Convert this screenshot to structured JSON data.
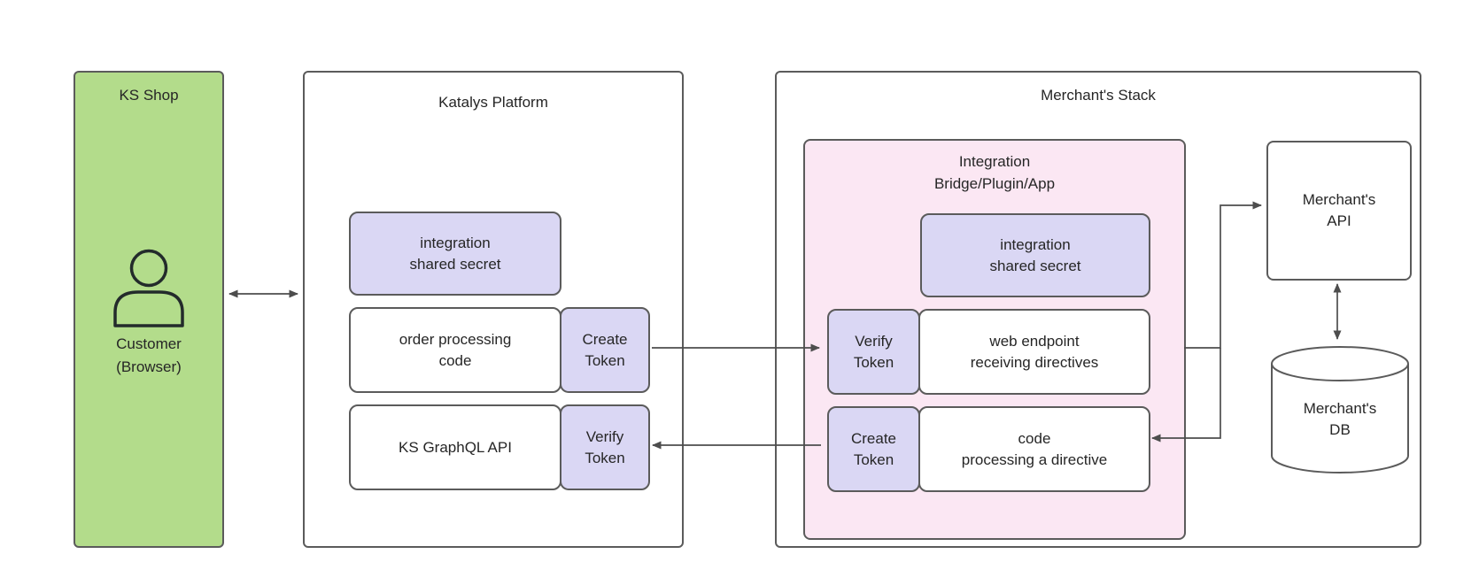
{
  "colors": {
    "green": "#b3dc8b",
    "lavender": "#dad7f4",
    "pink": "#fbe7f3",
    "border": "#5b5b5b",
    "arrow": "#4d4d4d",
    "text": "#262626"
  },
  "icons": {
    "customer": "person-icon"
  },
  "ks_shop": {
    "title": "KS Shop",
    "customer_label": "Customer\n(Browser)"
  },
  "katalys": {
    "title": "Katalys Platform",
    "shared_secret": "integration\nshared secret",
    "order_processing": "order processing\ncode",
    "create_token": "Create\nToken",
    "graphql_api": "KS GraphQL API",
    "verify_token": "Verify\nToken"
  },
  "merchant": {
    "title": "Merchant's Stack",
    "bridge": {
      "title": "Integration\nBridge/Plugin/App",
      "shared_secret": "integration\nshared secret",
      "verify_token": "Verify\nToken",
      "web_endpoint": "web endpoint\nreceiving directives",
      "create_token": "Create\nToken",
      "code_processing": "code\nprocessing a directive"
    },
    "api": "Merchant's\nAPI",
    "db": "Merchant's\nDB"
  }
}
